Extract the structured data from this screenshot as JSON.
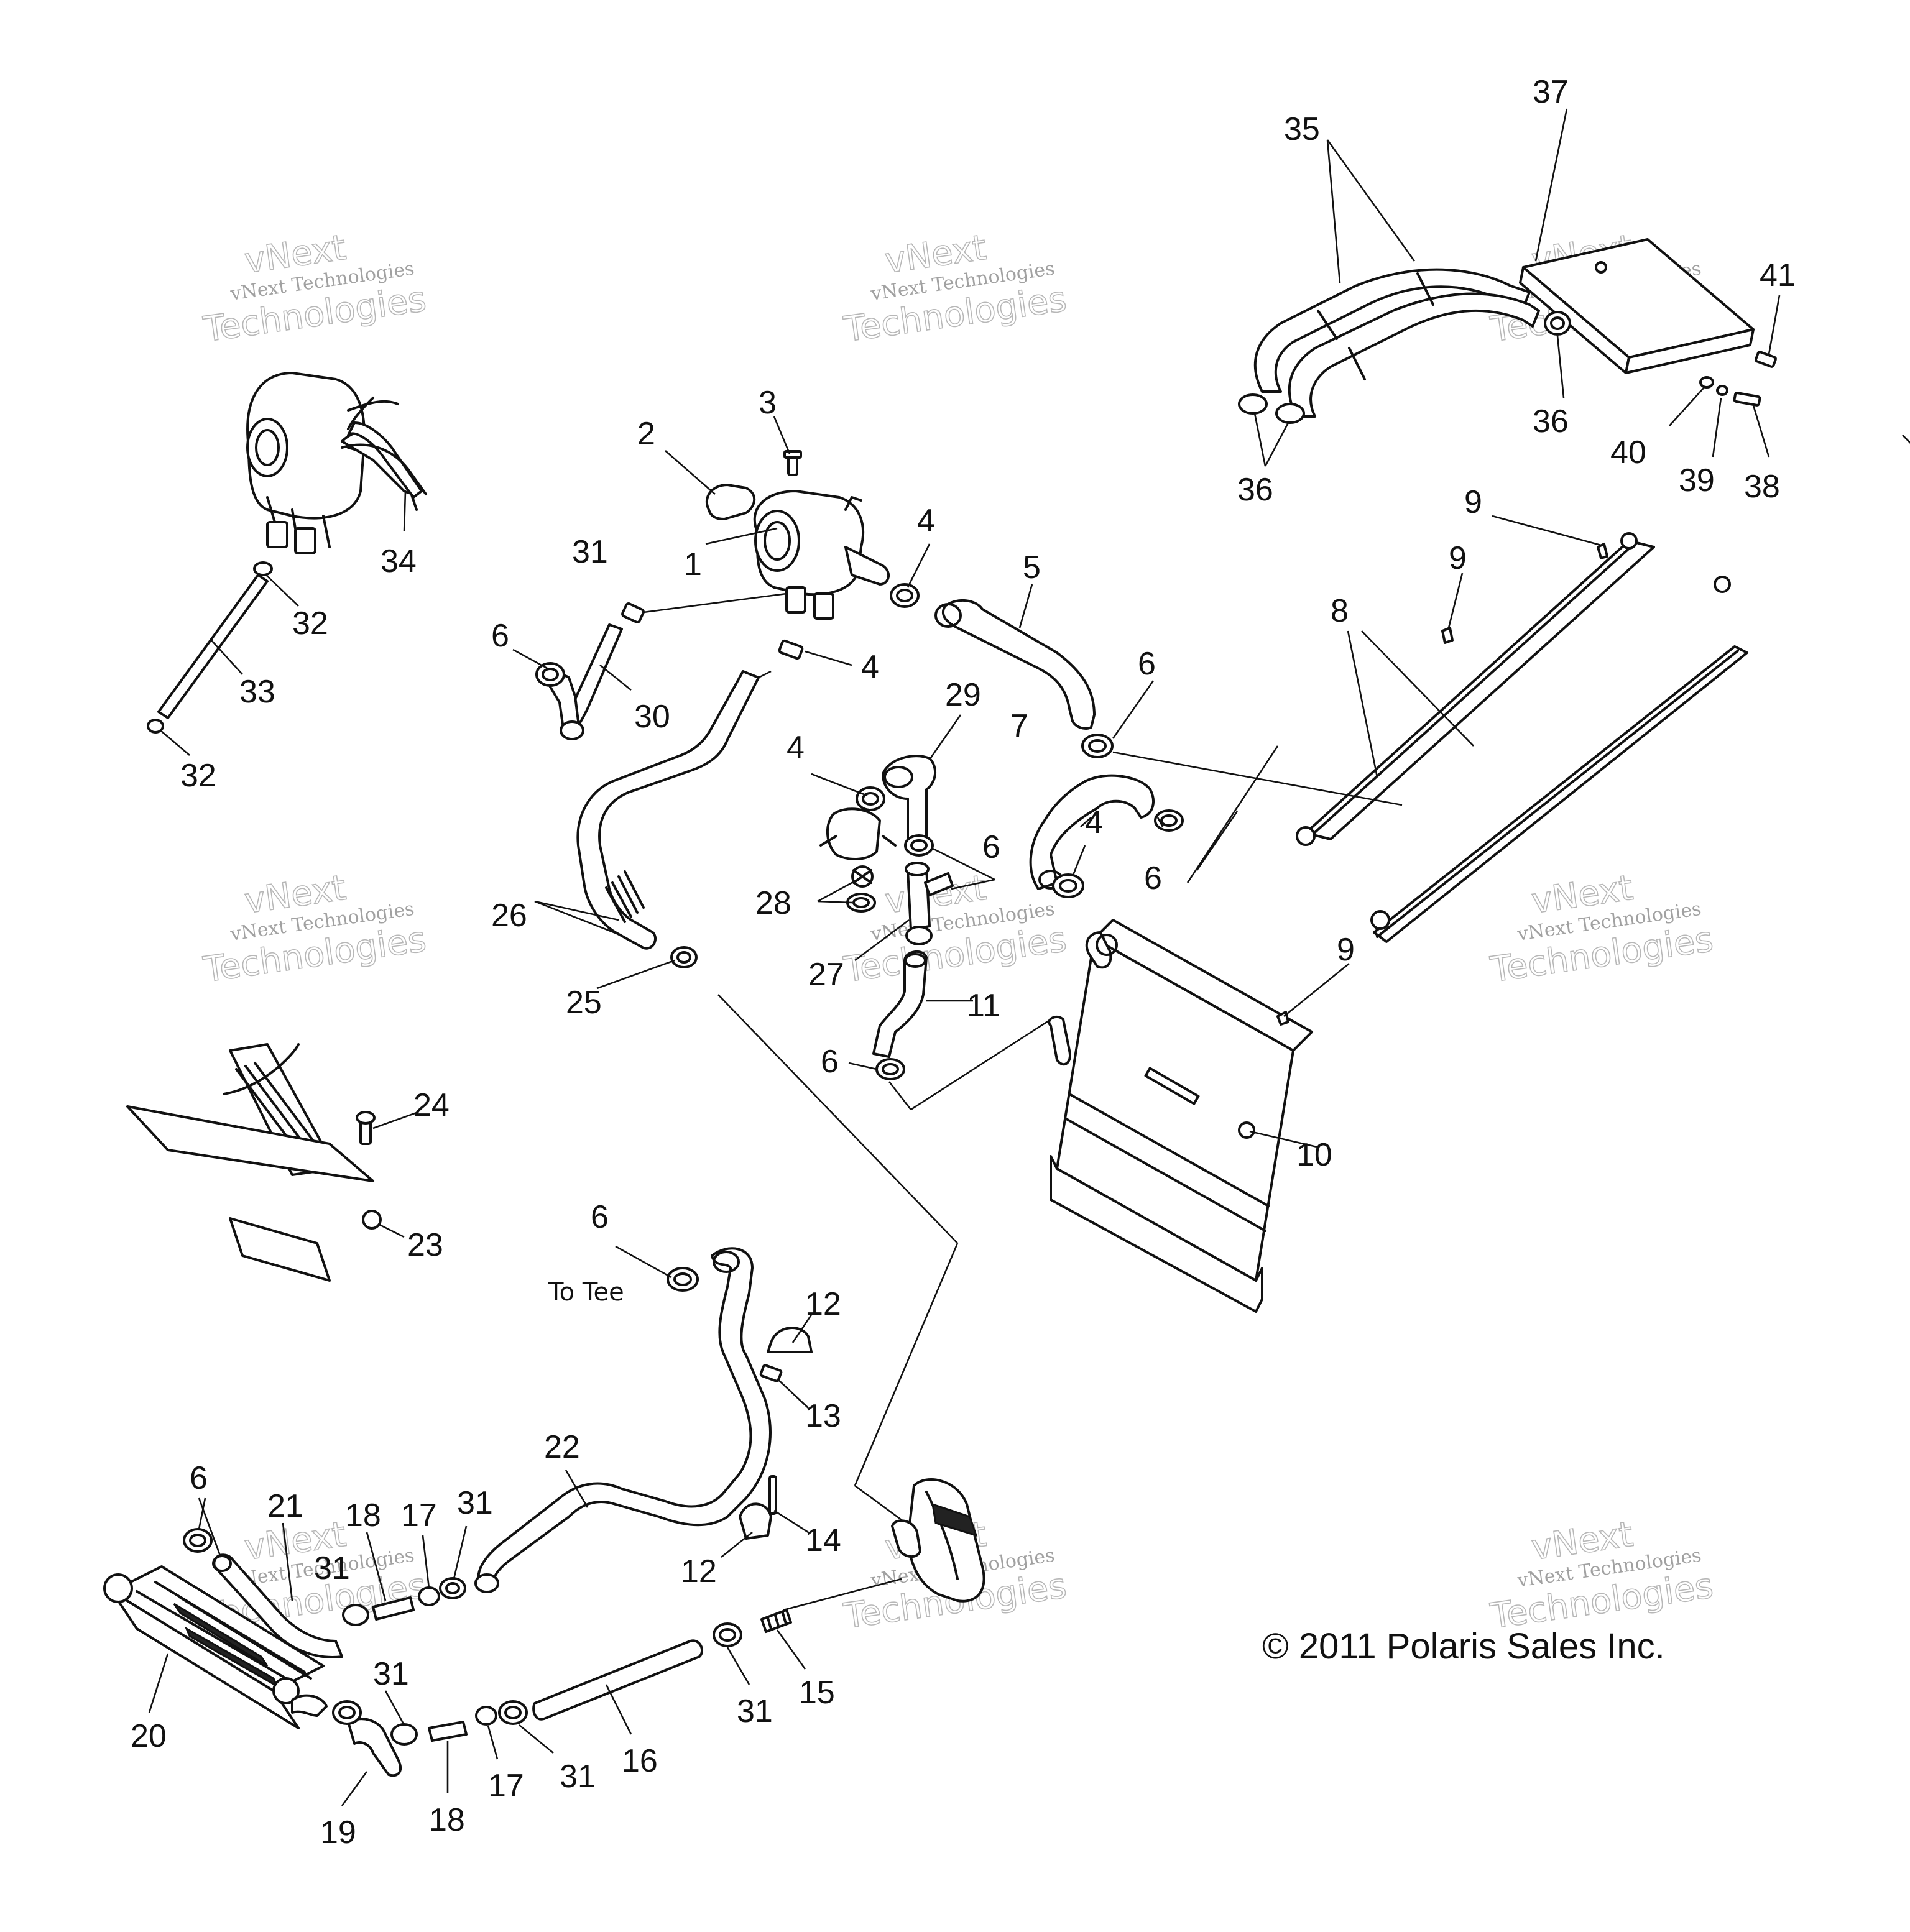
{
  "callouts": [
    "1",
    "2",
    "3",
    "4",
    "5",
    "6",
    "7",
    "8",
    "9",
    "10",
    "11",
    "12",
    "13",
    "14",
    "15",
    "16",
    "17",
    "18",
    "19",
    "20",
    "21",
    "22",
    "23",
    "24",
    "25",
    "26",
    "27",
    "28",
    "29",
    "30",
    "31",
    "32",
    "33",
    "34",
    "35",
    "36",
    "37",
    "38",
    "39",
    "40",
    "41"
  ],
  "annotations": {
    "to_tee": "To Tee",
    "copyright": "© 2011 Polaris Sales Inc."
  },
  "watermark": {
    "line1": "vNext Technologies",
    "line2": "vNext",
    "line3": "Technologies"
  }
}
